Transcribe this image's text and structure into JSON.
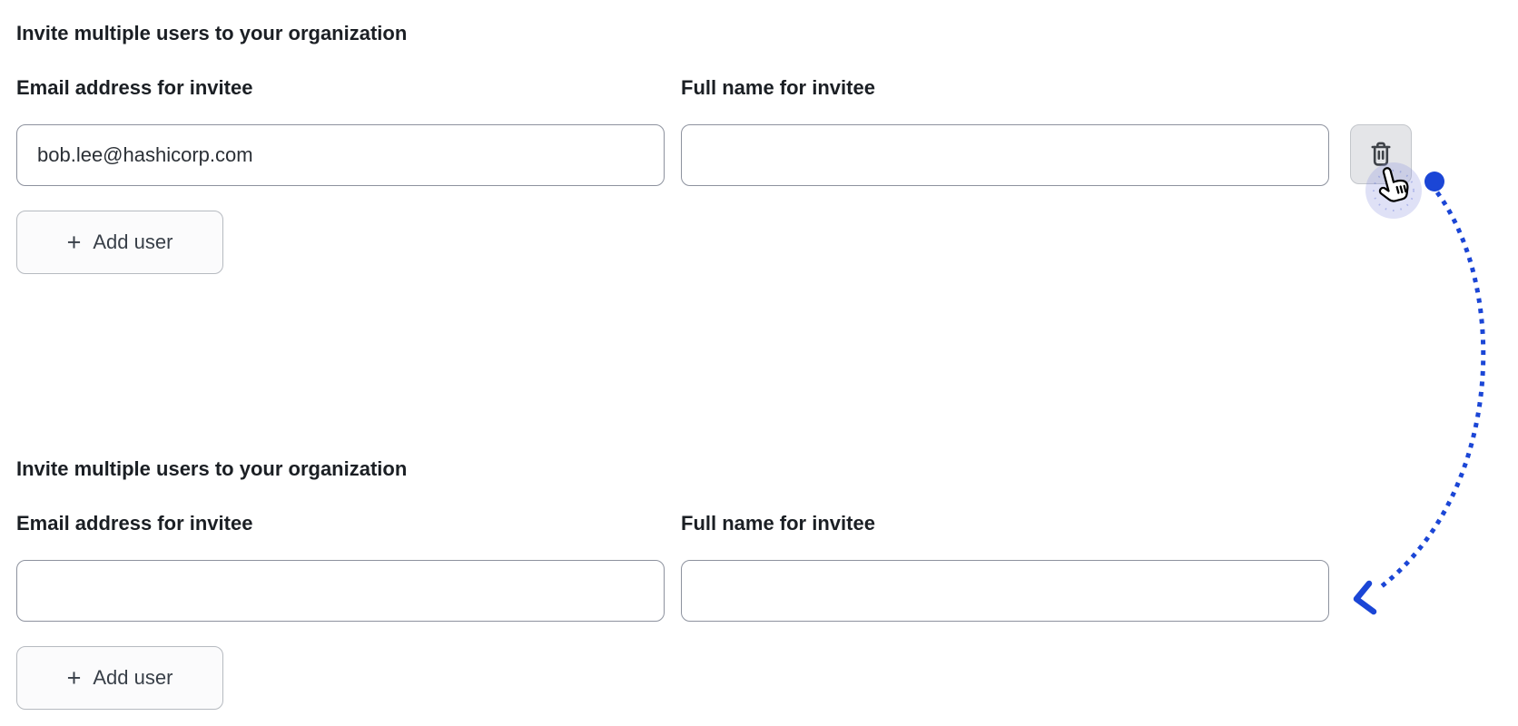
{
  "colors": {
    "annotation_blue": "#1b46d6",
    "input_border": "#8d929e",
    "button_border": "#b6bac0",
    "button_bg": "#fbfbfc",
    "icon_button_bg": "#e4e5e8",
    "text_dark": "#1b1f24"
  },
  "icons": {
    "trash": "trash-can-outline",
    "plus": "+",
    "cursor": "pointing-hand-cursor",
    "annotation_start": "filled-blue-dot",
    "annotation_end": "left-chevron-arrowhead"
  },
  "sections": [
    {
      "heading": "Invite multiple users to your organization",
      "email": {
        "label": "Email address for invitee",
        "value": "bob.lee@hashicorp.com"
      },
      "full_name": {
        "label": "Full name for invitee",
        "value": ""
      },
      "add_user": {
        "plus": "+",
        "label": "Add user"
      }
    },
    {
      "heading": "Invite multiple users to your organization",
      "email": {
        "label": "Email address for invitee",
        "value": ""
      },
      "full_name": {
        "label": "Full name for invitee",
        "value": ""
      },
      "add_user": {
        "plus": "+",
        "label": "Add user"
      }
    }
  ]
}
